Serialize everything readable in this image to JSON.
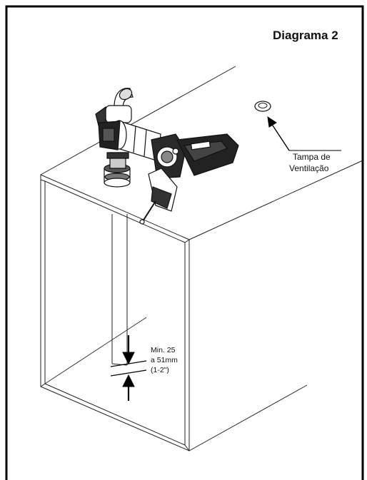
{
  "diagram": {
    "title": "Diagrama 2",
    "vent_cap_label_line1": "Tampa de",
    "vent_cap_label_line2": "Ventilação",
    "clearance_line1": "Min. 25",
    "clearance_line2": "a 51mm",
    "clearance_line3": "(1-2\")"
  }
}
